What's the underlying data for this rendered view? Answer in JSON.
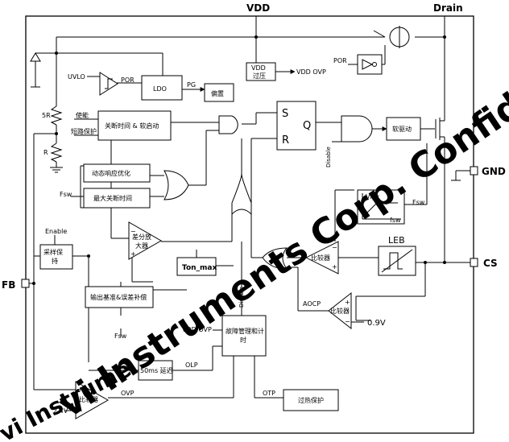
{
  "pins": {
    "vdd": "VDD",
    "drain": "Drain",
    "gnd": "GND",
    "cs": "CS",
    "fb": "FB"
  },
  "blocks": {
    "vdd_ovp_box": [
      "VDD",
      "过压"
    ],
    "ldo": "LDO",
    "bias": "偏置",
    "shutdown_softstart": "关断时间 & 软启动",
    "sr_s": "S",
    "sr_r": "R",
    "sr_q": "Q",
    "soft_drive": "软驱动",
    "dyn_opt": "动态响应优化",
    "max_off": "最大关断时间",
    "diff_amp": [
      "差分放",
      "大器"
    ],
    "sample_hold": [
      "采样保",
      "持"
    ],
    "ton_max": "Ton_max",
    "out_base": "输出基准&误差补偿",
    "leb": "LEB",
    "comparator": "比较器",
    "fault_mgmt": [
      "故障管理和计",
      "时"
    ],
    "delay_50ms": "50ms 延迟",
    "otp_box": "过热保护",
    "vlpk": "Vlpk",
    "fsw_graph": "fsw"
  },
  "labels": {
    "uvlo": "UVLO",
    "por": "POR",
    "por2": "POR",
    "pg": "PG",
    "vdd_ovp": "VDD OVP",
    "vdd_ovp2": "VDD OVP",
    "r5": "5R",
    "r1": "R",
    "enable_cn": "使能",
    "short_protect": "短路保护",
    "fsw1": "Fsw",
    "fsw2": "Fsw",
    "fsw3": "Fsw",
    "enable": "Enable",
    "disable1": "Disable",
    "disable2": "Disable",
    "aocp": "AOCP",
    "v09": "0.9V",
    "olp": "OLP",
    "ovp": "OVP",
    "otp": "OTP",
    "v24": "2.4V",
    "plus": "+",
    "minus": "−"
  },
  "watermark": {
    "main": "vi Instruments Corp. Confidential",
    "bottom": "vi Instrume"
  },
  "colors": {
    "line": "#000000",
    "watermark": "#e32222"
  }
}
